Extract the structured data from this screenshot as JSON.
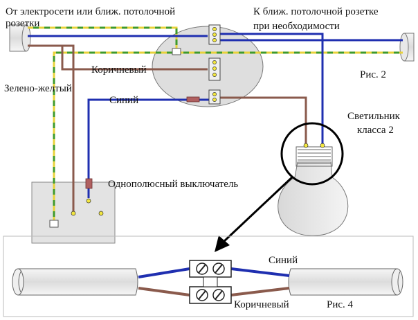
{
  "labels": {
    "from_mains": "От электросети или ближ. потолочной",
    "from_mains_2": "розетки",
    "to_ceiling": "К ближ. потолочной розетке",
    "to_ceiling_2": "при необходимости",
    "brown": "Коричневый",
    "green_yellow": "Зелено-желтый",
    "blue": "Синий",
    "fig2": "Рис. 2",
    "lamp": "Светильник",
    "lamp_class": "класса 2",
    "switch": "Однополюсный выключатель",
    "fig4_blue": "Синий",
    "fig4_brown": "Коричневый",
    "fig4": "Рис. 4"
  },
  "colors": {
    "blue_wire": "#1f2fb0",
    "brown_wire": "#8a5a4c",
    "green_wire": "#3f9a2a",
    "yellow_wire": "#e8d23a",
    "box_fill": "#e3e3e3",
    "terminal_yellow": "#f2e640"
  }
}
